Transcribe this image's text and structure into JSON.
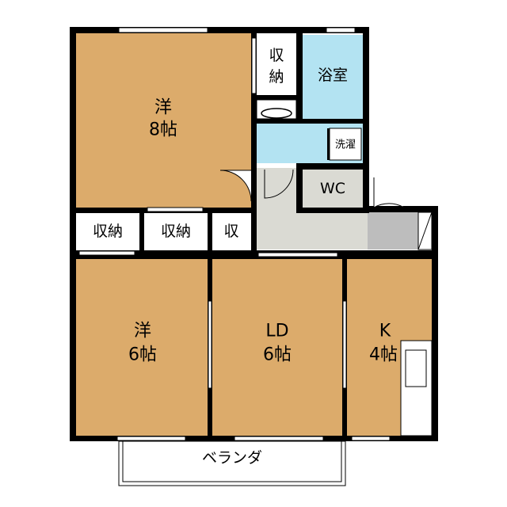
{
  "floorplan": {
    "rooms": {
      "western_8": {
        "line1": "洋",
        "line2": "8帖"
      },
      "western_6": {
        "line1": "洋",
        "line2": "6帖"
      },
      "ld": {
        "line1": "LD",
        "line2": "6帖"
      },
      "kitchen": {
        "line1": "K",
        "line2": "4帖"
      },
      "closet_top": {
        "line1": "収",
        "line2": "納"
      },
      "closet_1": {
        "label": "収納"
      },
      "closet_2": {
        "label": "収納"
      },
      "closet_small": {
        "label": "収"
      },
      "bath": {
        "label": "浴室"
      },
      "washer": {
        "label": "洗濯"
      },
      "wc": {
        "label": "WC"
      }
    },
    "balcony": {
      "label": "ベランダ"
    },
    "colors": {
      "room": "#dcab6b",
      "water": "#b3e3f2",
      "hall": "#dadad3",
      "entrance": "#bdbdbd",
      "wall": "#000000",
      "background": "#ffffff"
    }
  }
}
